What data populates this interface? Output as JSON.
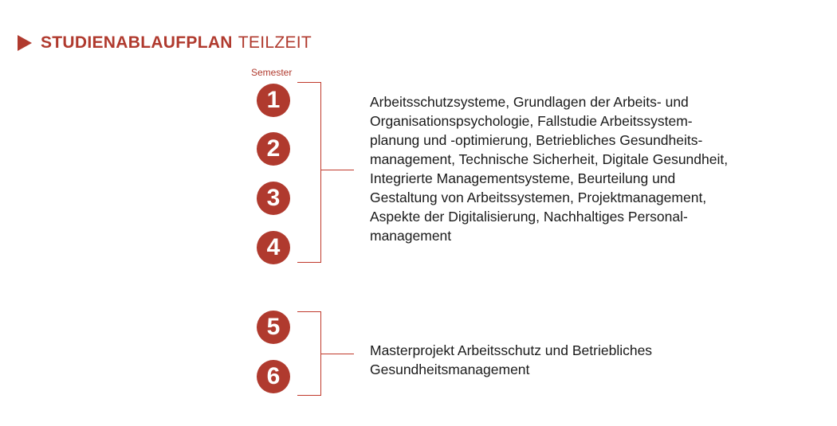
{
  "title": {
    "strong": "STUDIENABLAUFPLAN",
    "rest": "TEILZEIT"
  },
  "semester_label": "Semester",
  "semesters": [
    "1",
    "2",
    "3",
    "4",
    "5",
    "6"
  ],
  "groups": [
    {
      "lines": [
        "Arbeitsschutzsysteme, Grundlagen der Arbeits- und",
        "Organisationspsychologie, Fallstudie Arbeitssystem-",
        "planung und -optimierung, Betriebliches Gesundheits-",
        "management, Technische Sicherheit, Digitale Gesundheit,",
        "Integrierte Managementsysteme, Beurteilung und",
        "Gestaltung von Arbeitssystemen, Projektmanagement,",
        "Aspekte der Digitalisierung, Nachhaltiges Personal-",
        "management"
      ]
    },
    {
      "lines": [
        "Masterprojekt Arbeitsschutz und Betriebliches",
        "Gesundheitsmanagement"
      ]
    }
  ],
  "colors": {
    "accent": "#b03a2e",
    "text": "#1a1a1a",
    "background": "#ffffff"
  }
}
